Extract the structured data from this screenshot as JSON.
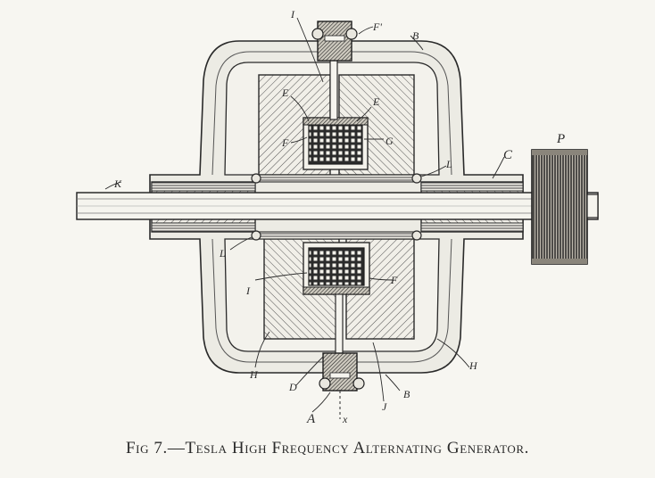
{
  "caption": "Fig 7.—Tesla High Frequency Alternating Generator.",
  "labels": {
    "I_top": "I",
    "F_prime": "F'",
    "B_top": "B",
    "E_left": "E",
    "E_right": "E",
    "F_top": "F",
    "G_top": "G",
    "K": "K",
    "L_top": "L",
    "C": "C",
    "P": "P",
    "L_bottom": "L",
    "I_bottom": "I",
    "F_bottom": "F",
    "H_left": "H",
    "H_right": "H",
    "D": "D",
    "J": "J",
    "B_bottom": "B",
    "A": "A",
    "x": "x"
  }
}
